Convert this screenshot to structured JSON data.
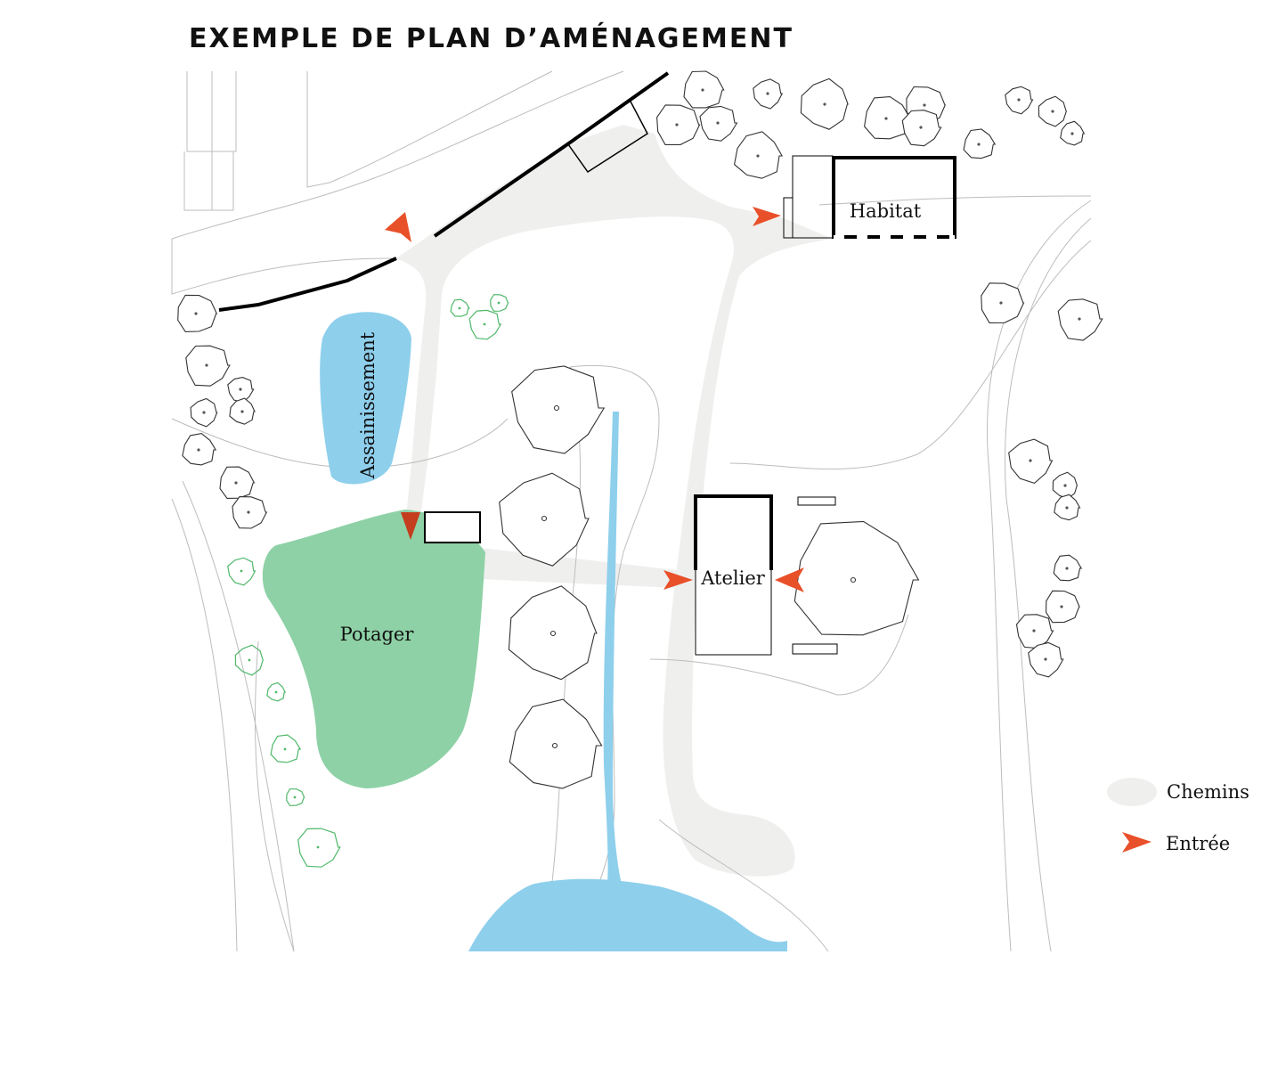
{
  "title": "EXEMPLE DE PLAN D’AMÉNAGEMENT",
  "labels": {
    "habitat": "Habitat",
    "atelier": "Atelier",
    "assainissement": "Assainissement",
    "potager": "Potager"
  },
  "legend": {
    "chemins": "Chemins",
    "entree": "Entrée"
  },
  "colors": {
    "path": "#efefee",
    "water": "#8ecfec",
    "garden": "#8ed1a6",
    "arrow": "#e8502a",
    "outline": "#333333",
    "building": "#000000"
  }
}
